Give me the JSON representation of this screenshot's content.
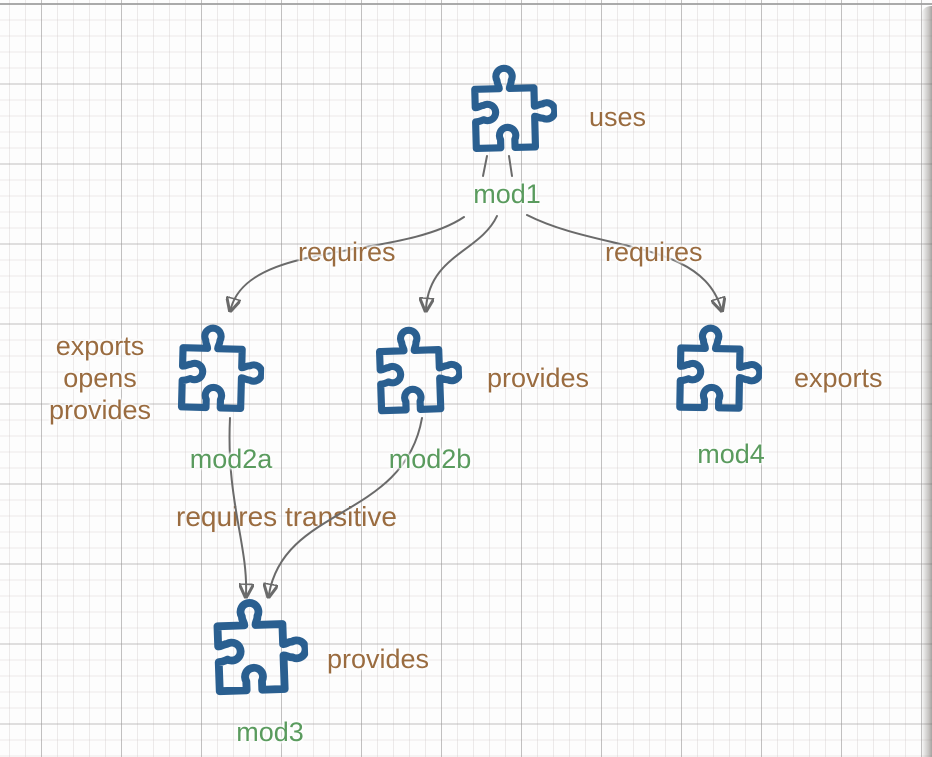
{
  "colors": {
    "module_icon_blue": "#2a5f90",
    "relation_label_brown": "#9a6c40",
    "module_name_green": "#5a9b5e",
    "connector_gray": "#6a6a6a"
  },
  "modules": {
    "mod1": {
      "name": "mod1",
      "annotation": "uses"
    },
    "mod2a": {
      "name": "mod2a",
      "annotation_lines": [
        "exports",
        "opens",
        "provides"
      ]
    },
    "mod2b": {
      "name": "mod2b",
      "annotation": "provides"
    },
    "mod4": {
      "name": "mod4",
      "annotation": "exports"
    },
    "mod3": {
      "name": "mod3",
      "annotation": "provides"
    }
  },
  "edges": {
    "mod1_to_mod2a": {
      "label": "requires"
    },
    "mod1_to_mod4": {
      "label": "requires"
    },
    "mod2_to_mod3": {
      "label": "requires transitive"
    }
  }
}
